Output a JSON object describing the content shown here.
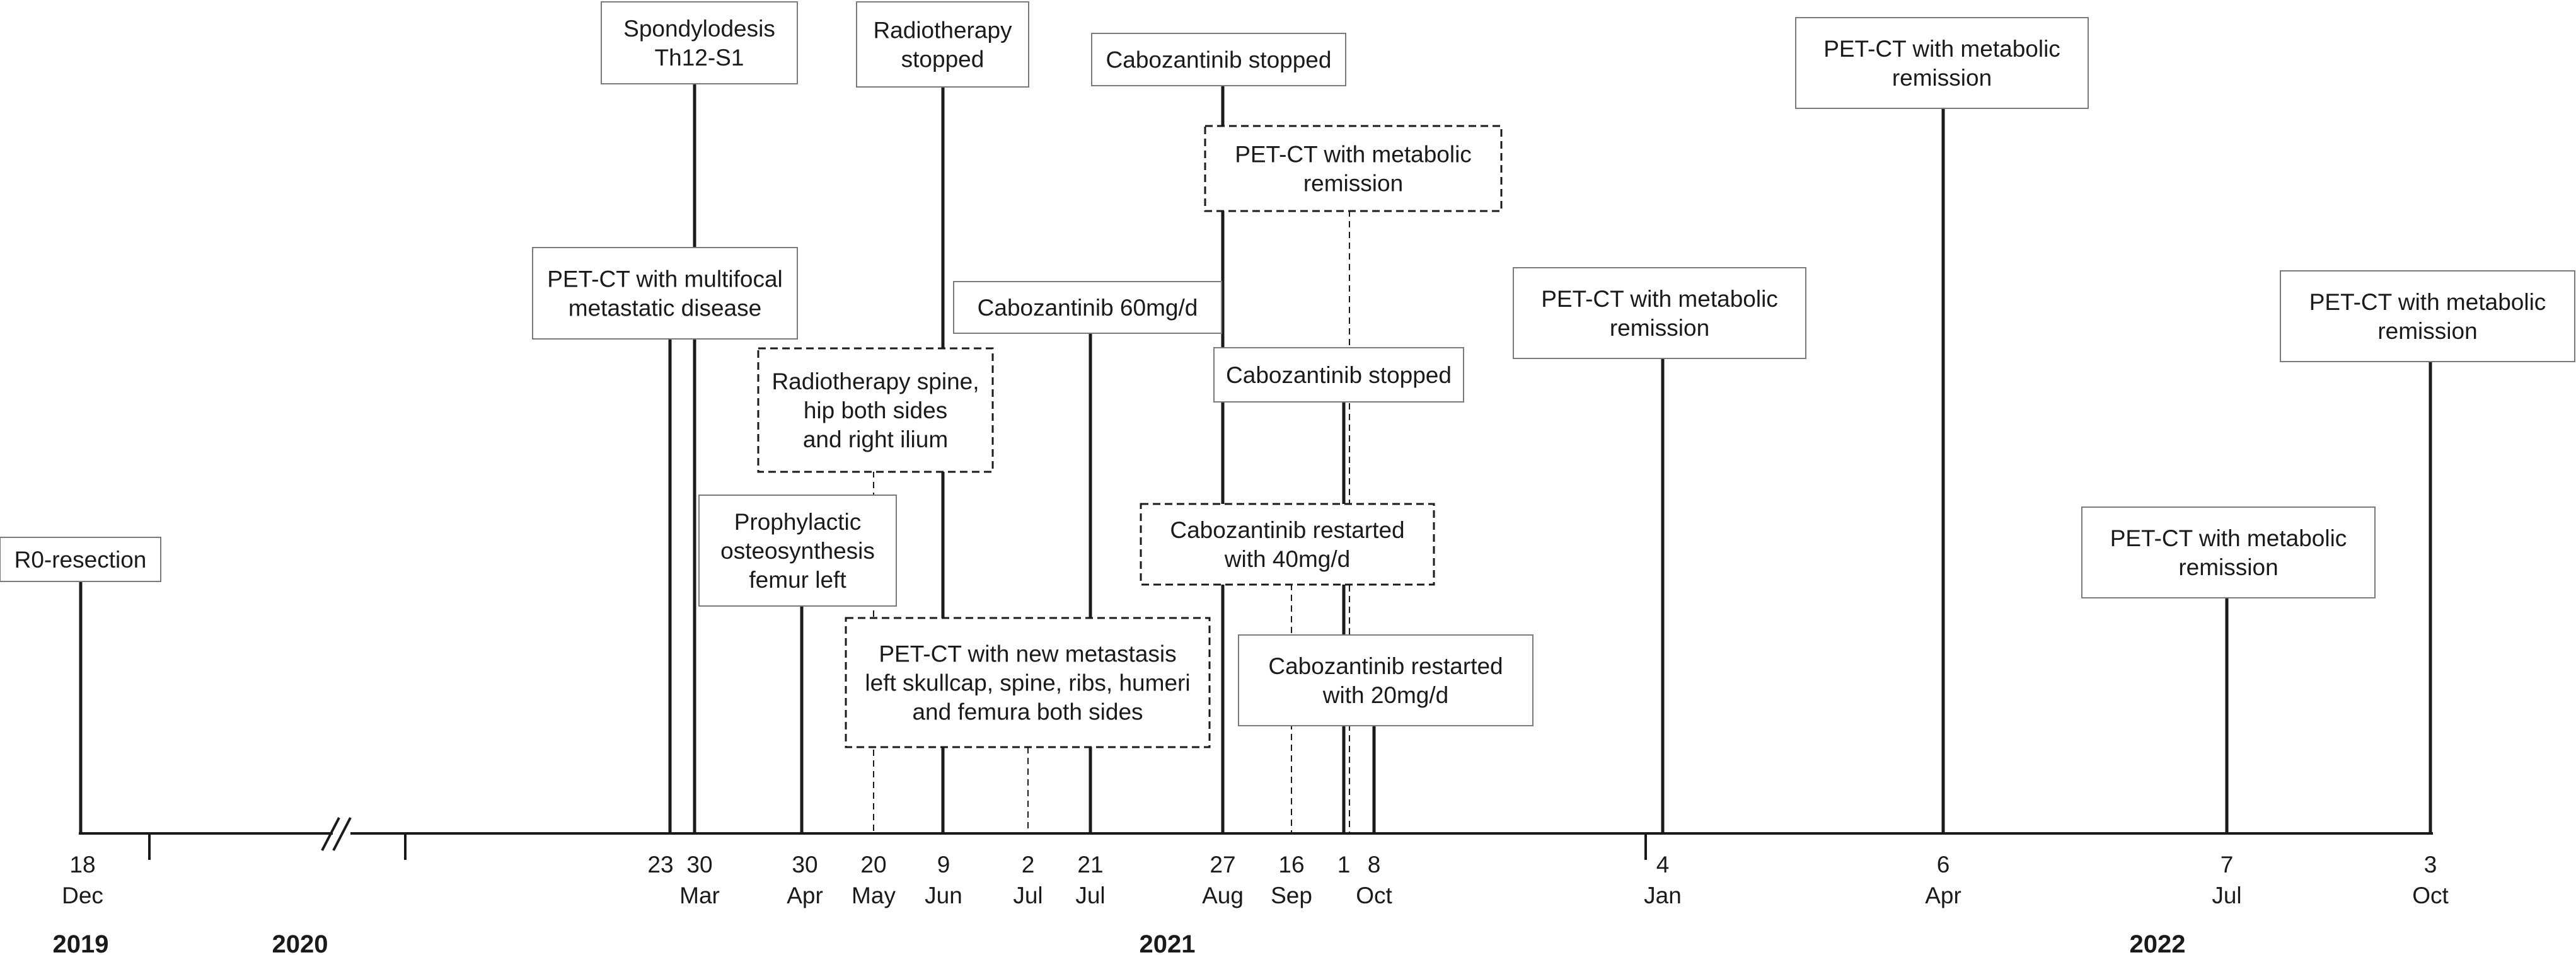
{
  "years": [
    "2019",
    "2020",
    "2021",
    "2022"
  ],
  "dates": [
    {
      "day": "18",
      "month": "Dec"
    },
    {
      "day": "23",
      "month": ""
    },
    {
      "day": "30",
      "month": "Mar"
    },
    {
      "day": "30",
      "month": "Apr"
    },
    {
      "day": "20",
      "month": "May"
    },
    {
      "day": "9",
      "month": "Jun"
    },
    {
      "day": "2",
      "month": "Jul"
    },
    {
      "day": "21",
      "month": "Jul"
    },
    {
      "day": "27",
      "month": "Aug"
    },
    {
      "day": "16",
      "month": "Sep"
    },
    {
      "day": "1",
      "month": ""
    },
    {
      "day": "8",
      "month": "Oct"
    },
    {
      "day": "4",
      "month": "Jan"
    },
    {
      "day": "6",
      "month": "Apr"
    },
    {
      "day": "7",
      "month": "Jul"
    },
    {
      "day": "3",
      "month": "Oct"
    }
  ],
  "events": [
    {
      "lines": [
        "R0-resection"
      ],
      "style": "solid"
    },
    {
      "lines": [
        "Spondylodesis",
        "Th12-S1"
      ],
      "style": "solid"
    },
    {
      "lines": [
        "PET-CT with multifocal",
        "metastatic disease"
      ],
      "style": "solid"
    },
    {
      "lines": [
        "Prophylactic",
        "osteosynthesis",
        "femur left"
      ],
      "style": "solid"
    },
    {
      "lines": [
        "Radiotherapy spine,",
        "hip both sides",
        "and right ilium"
      ],
      "style": "dashed"
    },
    {
      "lines": [
        "Radiotherapy",
        "stopped"
      ],
      "style": "solid"
    },
    {
      "lines": [
        "PET-CT with new metastasis",
        "left skullcap, spine, ribs, humeri",
        "and femura both sides"
      ],
      "style": "dashed"
    },
    {
      "lines": [
        "Cabozantinib 60mg/d"
      ],
      "style": "solid"
    },
    {
      "lines": [
        "Cabozantinib stopped"
      ],
      "style": "solid"
    },
    {
      "lines": [
        "PET-CT with metabolic",
        "remission"
      ],
      "style": "dashed"
    },
    {
      "lines": [
        "Cabozantinib stopped"
      ],
      "style": "solid"
    },
    {
      "lines": [
        "Cabozantinib restarted",
        "with 40mg/d"
      ],
      "style": "dashed"
    },
    {
      "lines": [
        "Cabozantinib restarted",
        "with 20mg/d"
      ],
      "style": "solid"
    },
    {
      "lines": [
        "PET-CT with metabolic",
        "remission"
      ],
      "style": "solid"
    },
    {
      "lines": [
        "PET-CT with metabolic",
        "remission"
      ],
      "style": "solid"
    },
    {
      "lines": [
        "PET-CT with metabolic",
        "remission"
      ],
      "style": "solid"
    },
    {
      "lines": [
        "PET-CT with metabolic",
        "remission"
      ],
      "style": "solid"
    }
  ],
  "colors": {
    "ink": "#1a1a1a",
    "box_border": "#7a7a7a",
    "background": "#ffffff"
  }
}
